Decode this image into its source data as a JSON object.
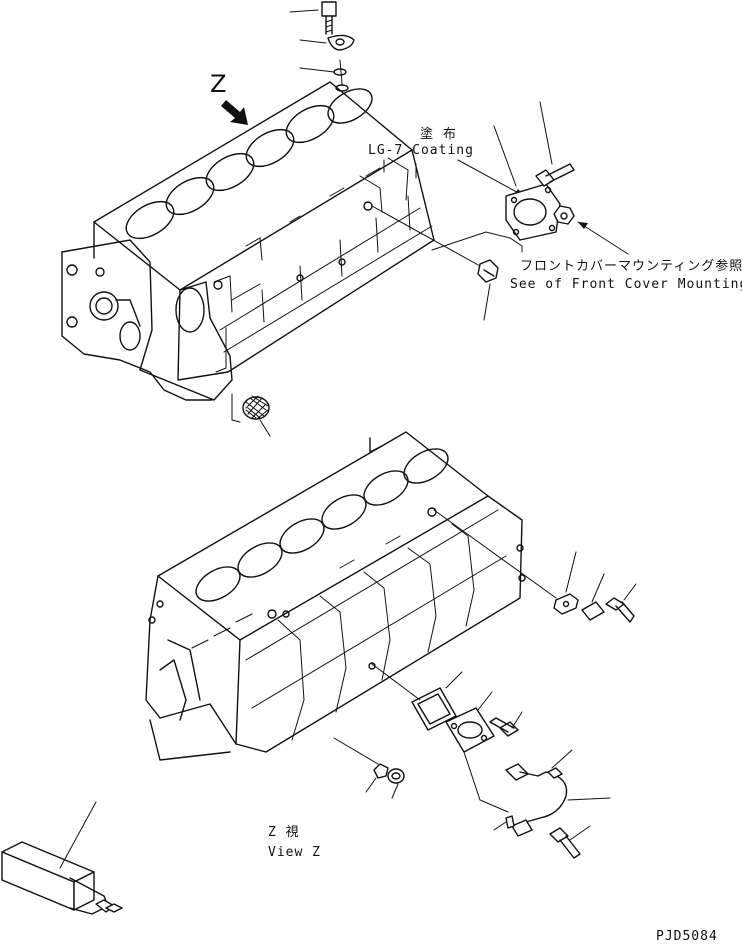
{
  "labels": {
    "view_z_letter": "Z",
    "coating_jp": "塗 布",
    "coating_en": "LG-7 Coating",
    "front_cover_jp": "フロントカバーマウンティング参照",
    "front_cover_en": "See of Front Cover Mounting",
    "view_jp": "Z 視",
    "view_en": "View Z",
    "drawing_code": "PJD5084"
  }
}
